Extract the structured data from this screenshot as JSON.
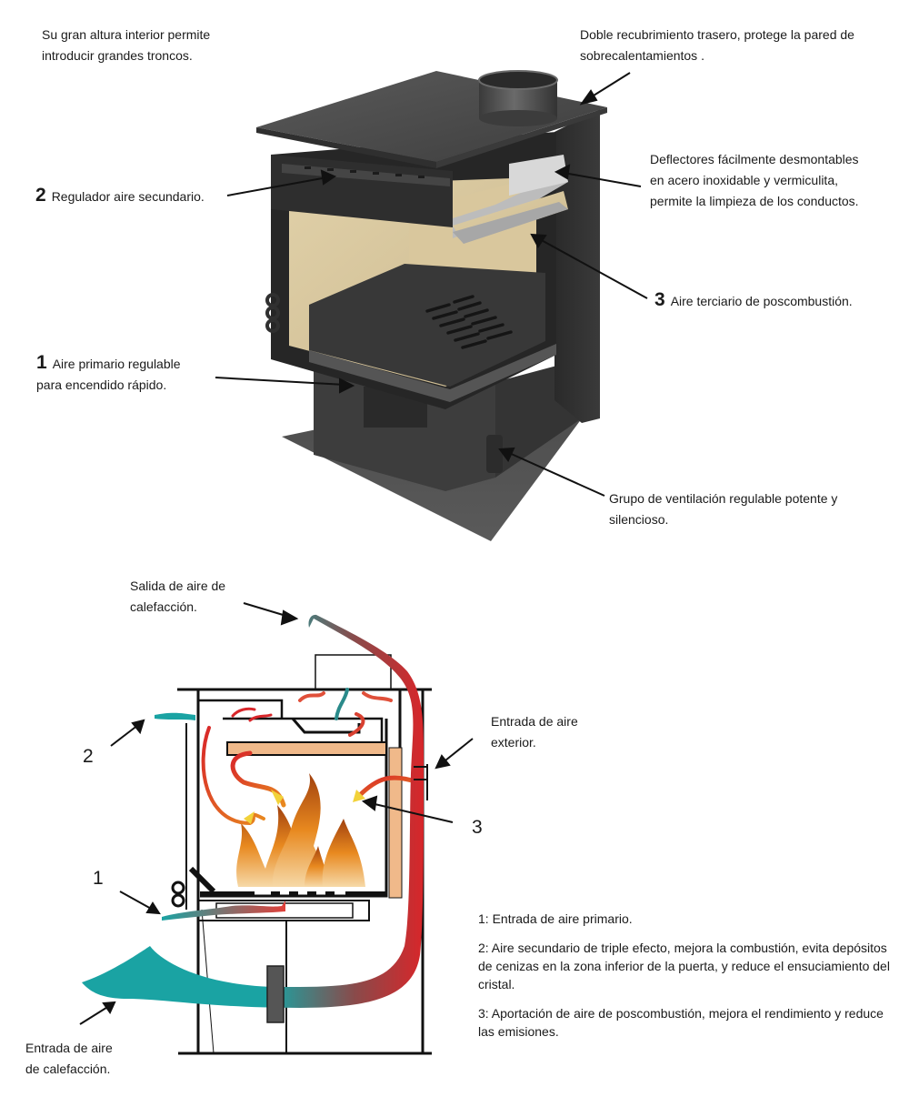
{
  "top_callouts": {
    "height": "Su gran altura interior permite",
    "height_2": "introducir grandes troncos.",
    "rear_cover": "Doble recubrimiento trasero, protege la pared de",
    "rear_cover_2": "sobrecalentamientos .",
    "deflectors": "Deflectores fácilmente desmontables",
    "deflectors_2": "en acero inoxidable y vermiculita,",
    "deflectors_3": "permite la limpieza de los conductos.",
    "secondary_num": "2",
    "secondary": "Regulador aire secundario.",
    "tertiary_num": "3",
    "tertiary": "Aire terciario de poscombustión.",
    "primary_num": "1",
    "primary": "Aire primario regulable",
    "primary_2": "para encendido rápido.",
    "fan": "Grupo de ventilación regulable potente y",
    "fan_2": "silencioso."
  },
  "bottom_callouts": {
    "outlet": "Salida de aire de",
    "outlet_2": "calefacción.",
    "exterior": "Entrada de aire",
    "exterior_2": "exterior.",
    "inlet": "Entrada de aire",
    "inlet_2": "de calefacción.",
    "marker_1": "1",
    "marker_2": "2",
    "marker_3": "3"
  },
  "legend": [
    "1: Entrada de aire primario.",
    "2: Aire secundario de triple efecto, mejora la combustión, evita depósitos de cenizas en la zona inferior de la puerta, y reduce el ensuciamiento del cristal.",
    "3: Aportación de aire de poscombustión, mejora el rendimiento y reduce las emisiones."
  ],
  "colors": {
    "steel": "#4a4a4a",
    "steel_dark": "#2b2b2b",
    "vermiculite": "#d8c7a0",
    "hot_air": "#d8262a",
    "cold_air": "#1aa3a3",
    "baffle": "#f0b98a",
    "flame": "#e8891f"
  }
}
